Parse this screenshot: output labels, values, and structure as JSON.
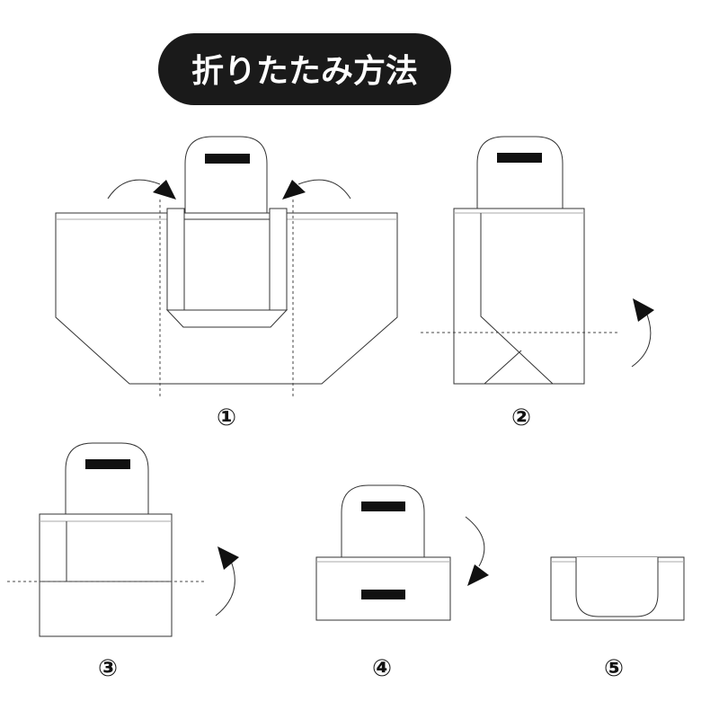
{
  "title": "折りたたみ方法",
  "steps": [
    {
      "label": "①"
    },
    {
      "label": "②"
    },
    {
      "label": "③"
    },
    {
      "label": "④"
    },
    {
      "label": "⑤"
    }
  ],
  "colors": {
    "title_bg": "#1a1a1a",
    "line": "#333333",
    "bar": "#111111"
  }
}
